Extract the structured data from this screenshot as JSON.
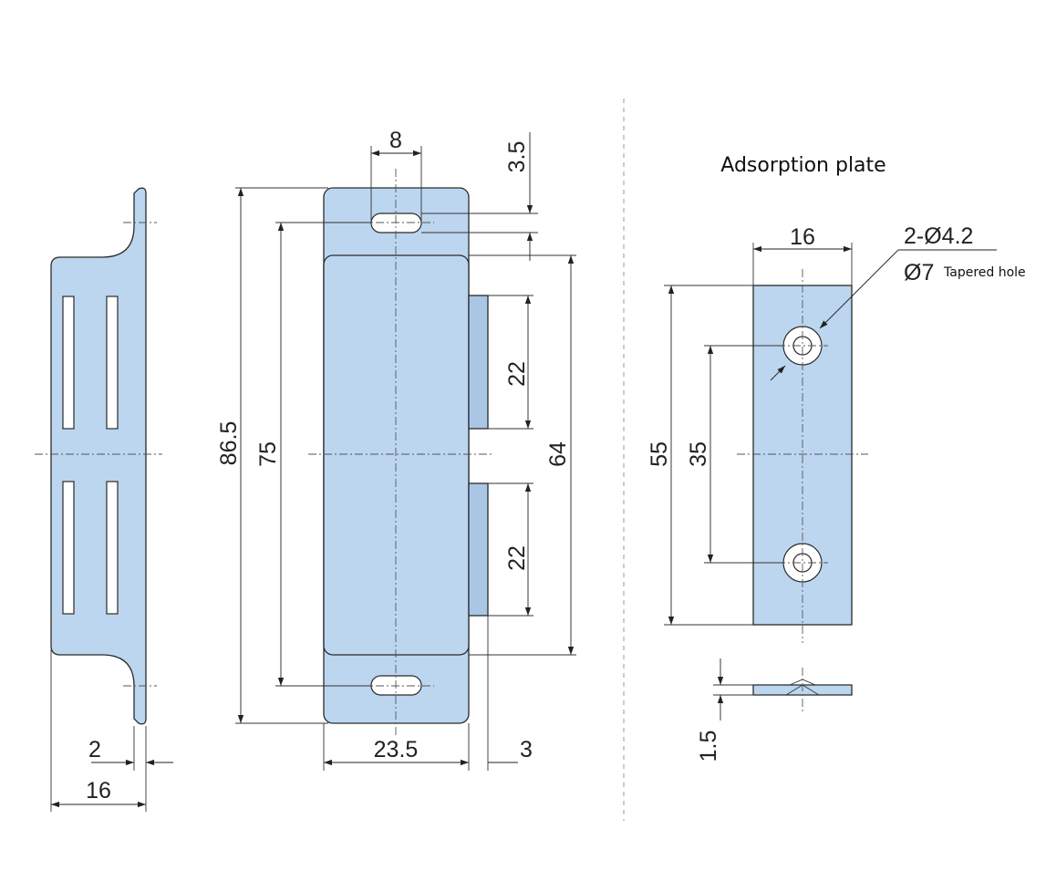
{
  "title": "Adsorption plate",
  "side_view": {
    "width_total": "16",
    "flange": "2"
  },
  "front_view": {
    "total_height": "86.5",
    "hole_pitch": "75",
    "slot_width": "8",
    "slot_offset": "3.5",
    "body_height": "64",
    "magnet_upper": "22",
    "magnet_lower": "22",
    "width": "23.5",
    "magnet_depth": "3"
  },
  "plate_view": {
    "width": "16",
    "height": "55",
    "hole_pitch": "35",
    "hole_spec": "2-Ø4.2",
    "tapered_dia": "Ø7",
    "tapered_label": "Tapered hole",
    "thickness": "1.5"
  },
  "colors": {
    "part_fill": "#bcd6ef",
    "outline": "#2a2a2a"
  }
}
